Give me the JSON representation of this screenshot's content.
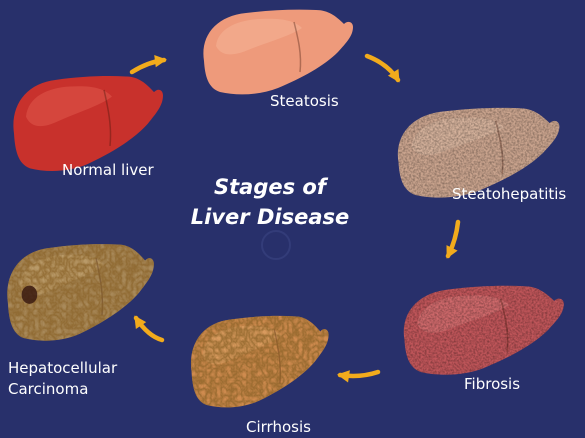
{
  "title": {
    "line1": "Stages of",
    "line2": "Liver Disease"
  },
  "stages": [
    {
      "label": "Normal liver",
      "color": "#c8312c",
      "highlight": "#e0584d",
      "texture": "smooth"
    },
    {
      "label": "Steatosis",
      "color": "#ee9a7b",
      "highlight": "#f6b597",
      "texture": "smooth"
    },
    {
      "label": "Steatohepatitis",
      "color": "#caa48e",
      "highlight": "#dcbba5",
      "texture": "speckled"
    },
    {
      "label": "Fibrosis",
      "color": "#c0565a",
      "highlight": "#d87a7a",
      "texture": "speckled"
    },
    {
      "label": "Cirrhosis",
      "color": "#cf8b4f",
      "highlight": "#e0a86c",
      "texture": "nodular"
    },
    {
      "label": "Hepatocellular\nCarcinoma",
      "label_lines": [
        "Hepatocellular",
        "Carcinoma"
      ],
      "color": "#a8895a",
      "highlight": "#c6a877",
      "texture": "nodular-tumor"
    }
  ],
  "arrow_color": "#f2ab1c",
  "background_color": "#28306b"
}
